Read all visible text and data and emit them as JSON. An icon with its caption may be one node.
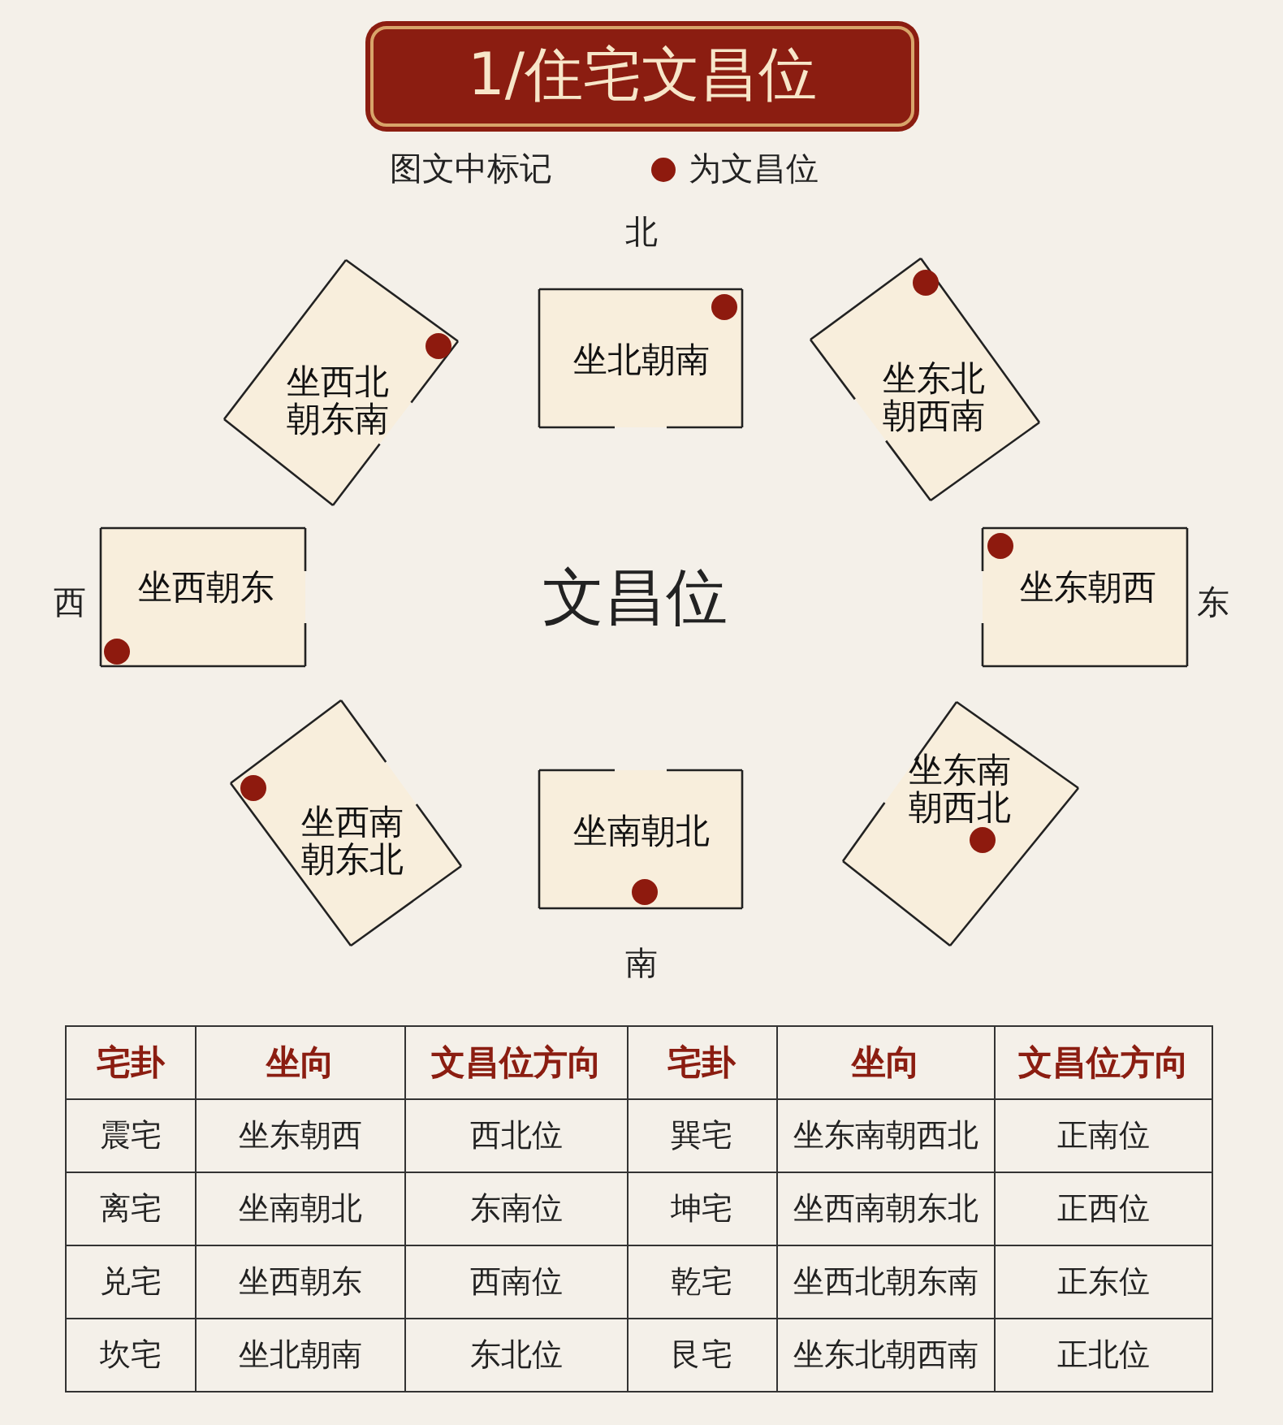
{
  "diagram": {
    "title": "1/住宅文昌位",
    "nodes": [
      {
        "text": [
          "坐西北朝东南"
        ]
      },
      {
        "text": [
          "坐北朝南"
        ]
      },
      {
        "text": [
          "坐东北朝西南"
        ]
      },
      {
        "text": [
          "坐西朝东"
        ]
      },
      {
        "text": [
          "坐东朝西"
        ]
      },
      {
        "text": [
          "坐西南朝东北"
        ]
      },
      {
        "text": [
          "坐南朝北"
        ]
      },
      {
        "text": [
          "坐东南朝西北"
        ]
      }
    ],
    "labels": [
      "图文中标记",
      "北",
      "西",
      "文昌位",
      "东",
      "南",
      "宅卦",
      "坐向",
      "文昌位方向",
      "宅卦",
      "坐向",
      "文昌位方向",
      "震宅",
      "坐东朝西",
      "西北位",
      "巽宅",
      "坐东南朝西北",
      "正南位",
      "离宅",
      "坐南朝北",
      "东南位",
      "坤宅",
      "坐西南朝东北",
      "正西位",
      "兑宅",
      "坐西朝东",
      "西南位",
      "乾宅",
      "坐西北朝东南",
      "正东位",
      "坎宅",
      "坐北朝南",
      "东北位",
      "艮宅",
      "坐东北朝西南",
      "正北位"
    ],
    "legend": [
      {
        "text": "为文昌位",
        "color": "#8e1a0e"
      }
    ]
  }
}
